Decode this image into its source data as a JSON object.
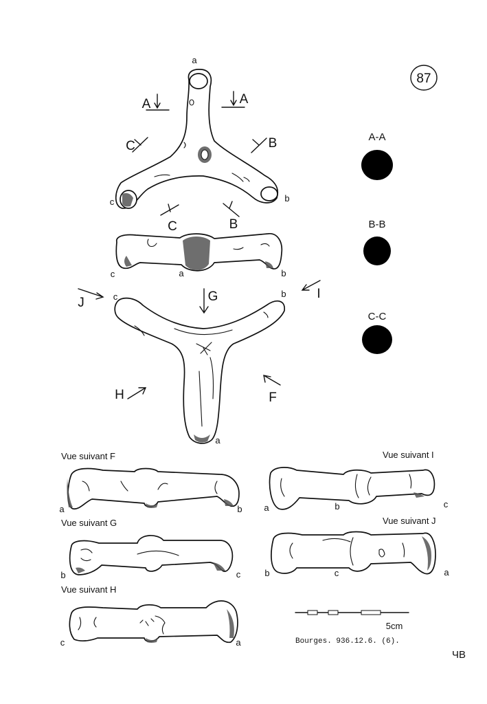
{
  "plate": {
    "number": "87",
    "reference": "Bourges. 936.12.6. (6).",
    "initials": "ЧB",
    "scale_label": "5cm"
  },
  "top_view": {
    "point_labels": {
      "a": "a",
      "b": "b",
      "c": "c"
    },
    "section_marks": {
      "A": "A",
      "B": "B",
      "C": "C"
    }
  },
  "middle_view": {
    "point_labels": {
      "a": "a",
      "b": "b",
      "c": "c"
    }
  },
  "lower_view": {
    "point_labels": {
      "a": "a",
      "b": "b",
      "c": "c"
    },
    "direction_marks": {
      "F": "F",
      "G": "G",
      "H": "H",
      "I": "I",
      "J": "J"
    }
  },
  "sections": [
    {
      "label": "A-A"
    },
    {
      "label": "B-B"
    },
    {
      "label": "C-C"
    }
  ],
  "views": {
    "F": {
      "title": "Vue suivant F",
      "left": "a",
      "right": "b"
    },
    "I": {
      "title": "Vue suivant I",
      "left": "a",
      "mid": "b",
      "right": "c"
    },
    "G": {
      "title": "Vue suivant G",
      "left": "b",
      "right": "c"
    },
    "J": {
      "title": "Vue suivant J",
      "left": "b",
      "mid": "c",
      "right": "a"
    },
    "H": {
      "title": "Vue suivant H",
      "left": "c",
      "right": "a"
    }
  },
  "colors": {
    "ink": "#111111",
    "paper": "#ffffff"
  }
}
